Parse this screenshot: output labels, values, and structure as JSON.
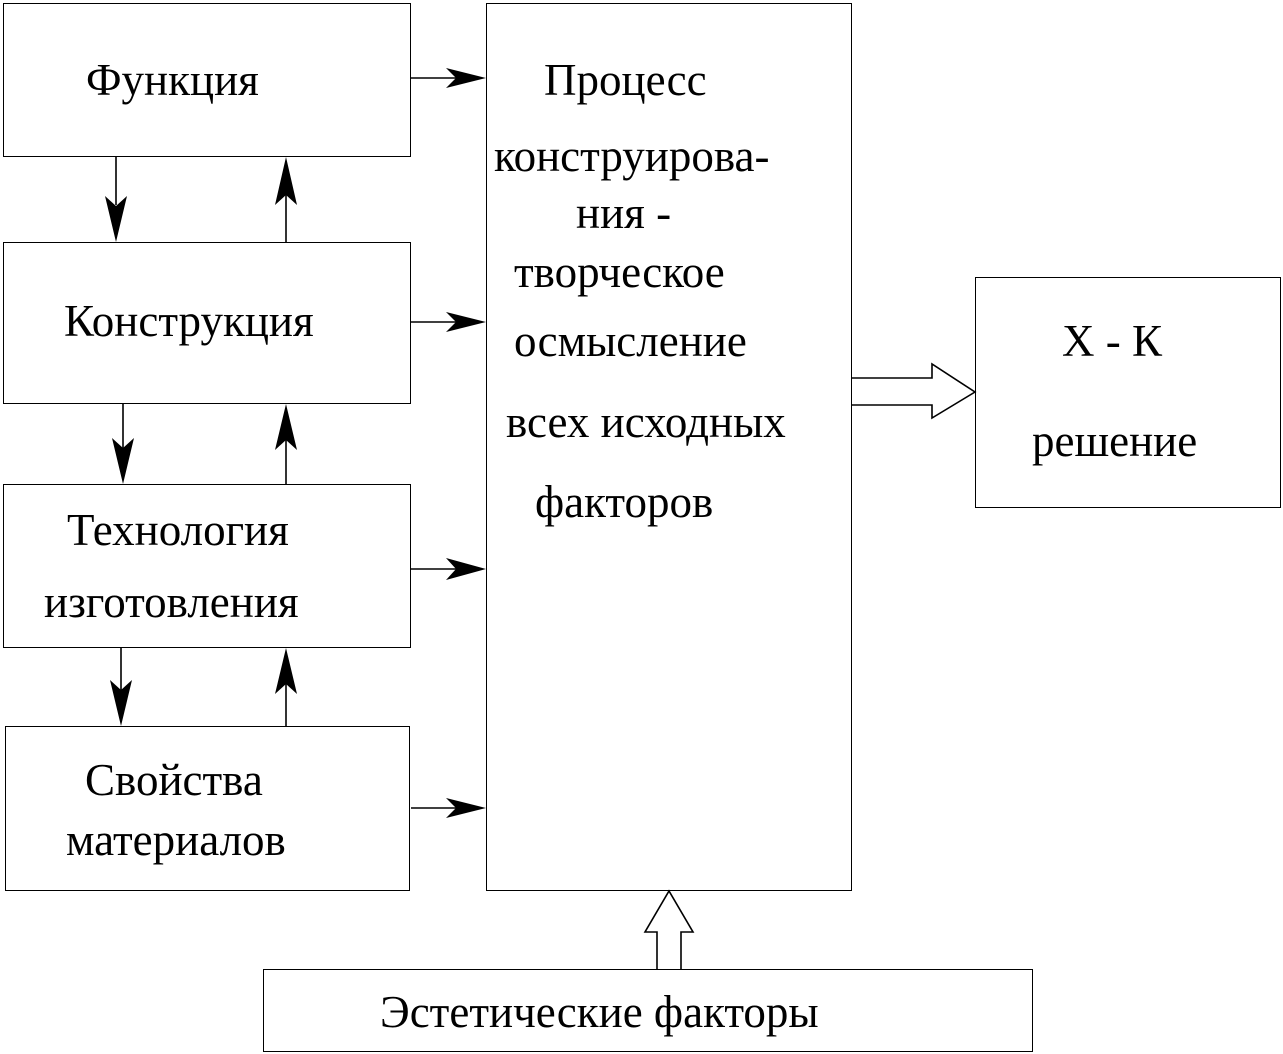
{
  "left_blocks": {
    "function": {
      "label": "Функция"
    },
    "construction": {
      "label": "Конструкция"
    },
    "technology": {
      "line1": "Технология",
      "line2": "изготовления"
    },
    "materials": {
      "line1": "Свойства",
      "line2": "материалов"
    }
  },
  "process_block": {
    "lines": [
      "Процесс",
      "конструирова-",
      "ния  -",
      "творческое",
      "осмысление",
      "всех исходных",
      "факторов"
    ]
  },
  "result_block": {
    "line1": "Х - К",
    "line2": "решение"
  },
  "aesthetic_block": {
    "label": "Эстетические факторы"
  }
}
